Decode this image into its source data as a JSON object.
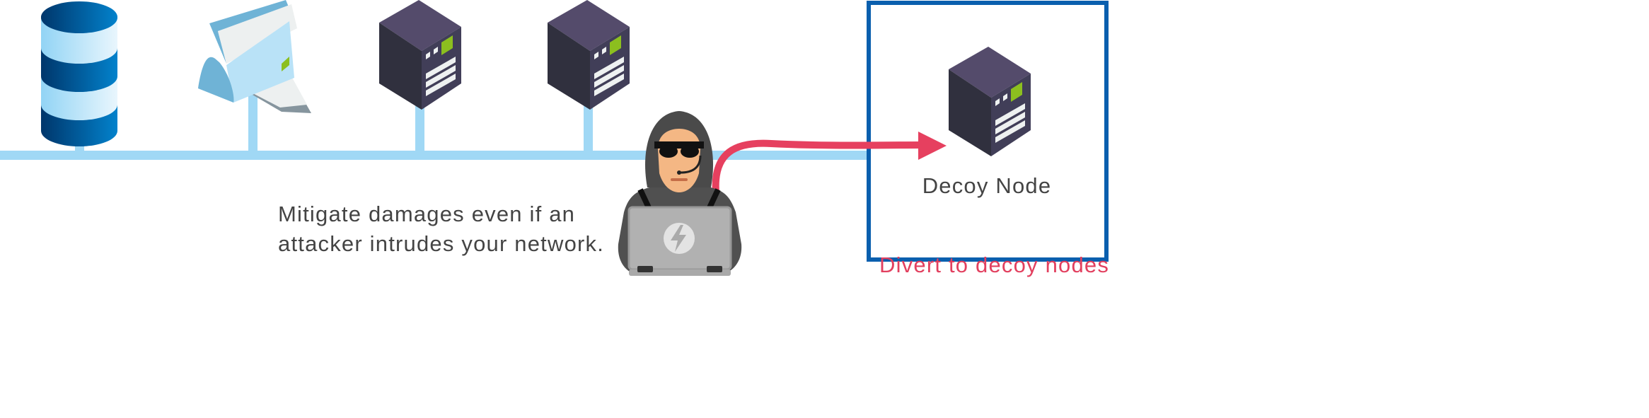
{
  "message": {
    "line1": "Mitigate damages even if an",
    "line2": "attacker intrudes your network."
  },
  "decoy_box": {
    "label": "Decoy Node"
  },
  "divert_caption": "Divert to decoy nodes",
  "nodes": [
    {
      "icon": "database-icon"
    },
    {
      "icon": "printer-icon"
    },
    {
      "icon": "server-icon"
    },
    {
      "icon": "server-icon"
    }
  ],
  "colors": {
    "network_line": "#a0d8f5",
    "decoy_border": "#0a5fae",
    "arrow": "#e6405f",
    "text": "#444444",
    "server_top": "#544b6b",
    "server_left": "#30303e",
    "server_right": "#413e58",
    "indicator": "#8cbf1f"
  }
}
